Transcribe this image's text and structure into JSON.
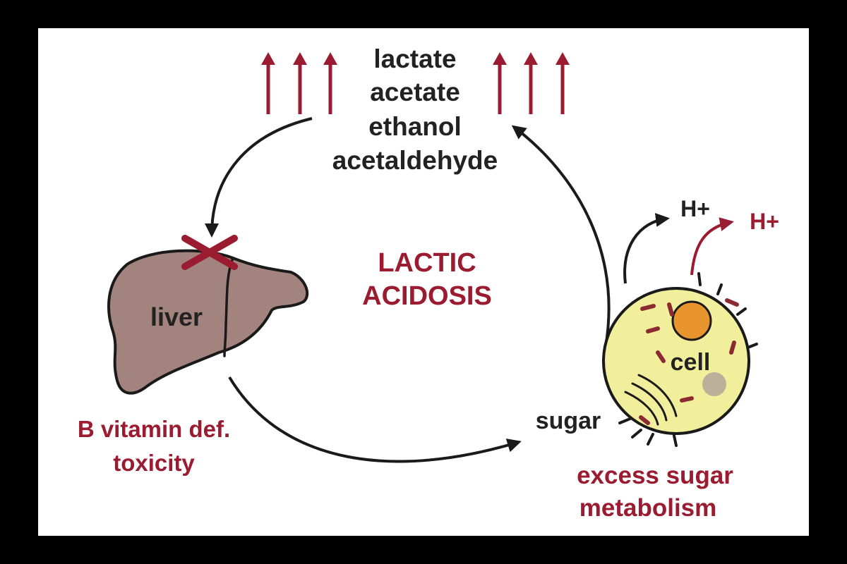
{
  "metabolites": [
    "lactate",
    "acetate",
    "ethanol",
    "acetaldehyde"
  ],
  "center_label": [
    "LACTIC",
    "ACIDOSIS"
  ],
  "liver_label": "liver",
  "liver_cause": [
    "B vitamin def.",
    "toxicity"
  ],
  "cell_label": "cell",
  "sugar_label": "sugar",
  "cell_cause": [
    "excess sugar",
    "metabolism"
  ],
  "proton_black": "H+",
  "proton_red": "H+",
  "colors": {
    "accent_red": "#9b1b30",
    "text_dark": "#222222",
    "liver_fill": "#a3837d",
    "cell_fill": "#f2ef9c",
    "nucleus_fill": "#e8952f",
    "vesicle_fill": "#bcb09a"
  },
  "icons": {
    "blocked_marker": "x-mark-icon",
    "liver": "liver-icon",
    "cell": "cell-icon"
  }
}
